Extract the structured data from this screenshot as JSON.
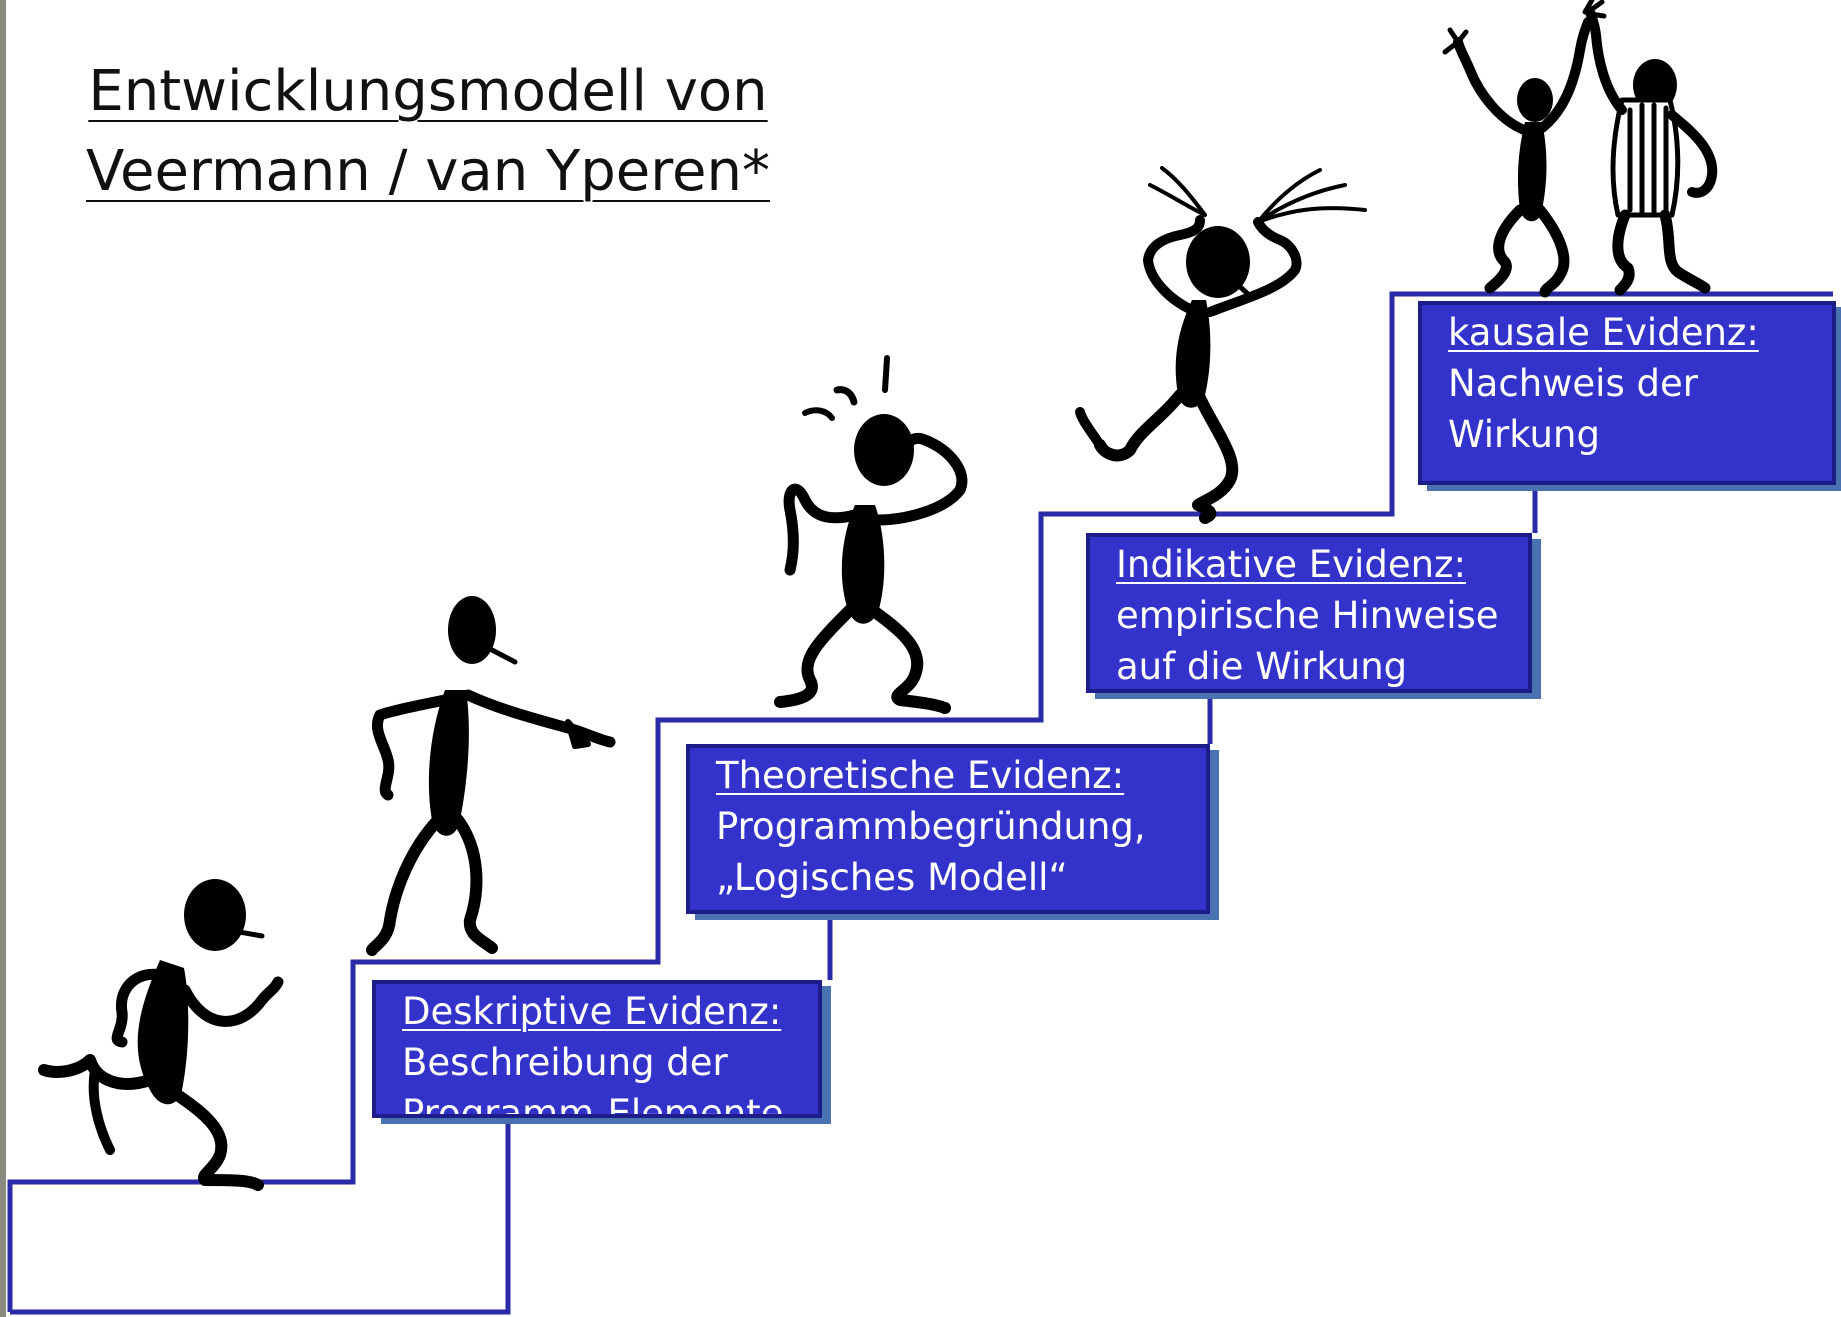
{
  "title": {
    "line1": "Entwicklungsmodell von",
    "line2": "Veermann / van Yperen*"
  },
  "colors": {
    "stair_line": "#2b2ba8",
    "box_fill": "#3333cc",
    "box_shadow": "#4a72b0",
    "box_text": "#ffffff",
    "figure": "#000000"
  },
  "steps": [
    {
      "heading": "Deskriptive Evidenz:",
      "body": "Beschreibung der\nProgramm-Elemente"
    },
    {
      "heading": "Theoretische Evidenz:",
      "body": "Programmbegründung,\n„Logisches Modell“"
    },
    {
      "heading": "Indikative Evidenz:",
      "body": "empirische Hinweise\nauf die Wirkung"
    },
    {
      "heading": "kausale Evidenz:",
      "body": "Nachweis der\nWirkung"
    }
  ],
  "figures": [
    {
      "icon": "running-figure-icon"
    },
    {
      "icon": "pointing-figure-icon"
    },
    {
      "icon": "scratching-head-figure-icon"
    },
    {
      "icon": "excited-figure-icon"
    },
    {
      "icon": "cheering-pair-icon"
    }
  ]
}
